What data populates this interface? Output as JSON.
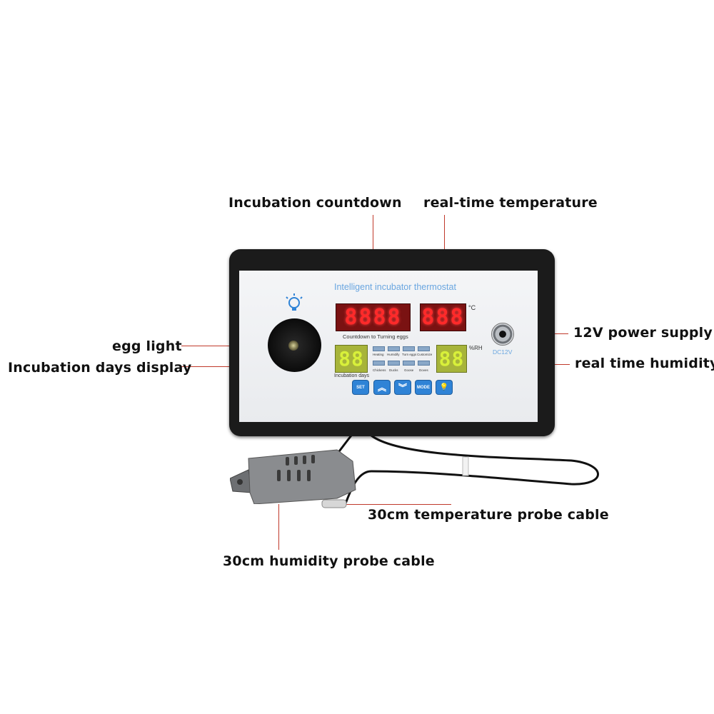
{
  "labels": {
    "incubation_countdown": "Incubation countdown",
    "realtime_temperature": "real-time temperature",
    "egg_light": "egg light",
    "incubation_days_display": "Incubation days display",
    "power_supply": "12V power supply",
    "realtime_humidity": "real time humidity",
    "temp_probe_cable": "30cm temperature probe cable",
    "humidity_probe_cable": "30cm humidity probe cable"
  },
  "panel": {
    "title": "Intelligent incubator thermostat",
    "countdown_display": "8888",
    "temperature_display": "888",
    "celsius_unit": "°C",
    "countdown_caption": "Countdown to Turning eggs",
    "days_display": "88",
    "days_caption": "Incubation days",
    "humidity_display": "88",
    "humidity_unit": "%RH",
    "power_label": "DC12V",
    "indicators_top": [
      "Heating",
      "Humidify",
      "Turn eggs",
      "Customize"
    ],
    "indicators_bottom": [
      "Chickens",
      "Ducks",
      "Goose",
      "Doves"
    ],
    "buttons": {
      "set": "SET",
      "up": "︽",
      "down": "︾",
      "mode": "MODE",
      "light": "💡"
    }
  },
  "colors": {
    "callout_line": "#c0392b",
    "button_blue": "#2f83d6",
    "red_digits": "#ff2a2a",
    "green_digits": "#d8f03a"
  }
}
